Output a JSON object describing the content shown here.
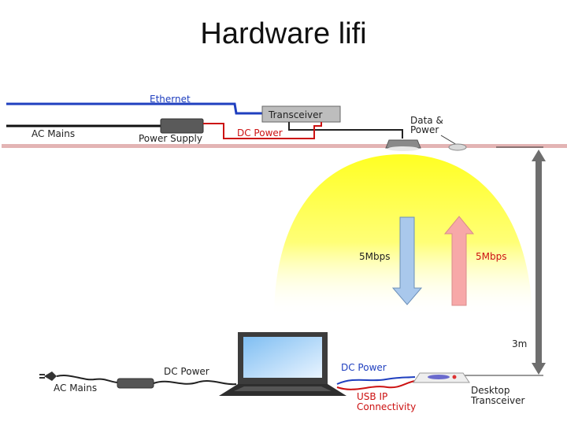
{
  "title": "Hardware lifi",
  "labels": {
    "ethernet": "Ethernet",
    "transceiver": "Transceiver",
    "ac_mains_top": "AC Mains",
    "power_supply": "Power Supply",
    "dc_power_top": "DC Power",
    "data_power_line1": "Data &",
    "data_power_line2": "Power",
    "downlink_rate": "5Mbps",
    "uplink_rate": "5Mbps",
    "distance": "3m",
    "ac_mains_bottom": "AC Mains",
    "dc_power_laptop": "DC Power",
    "dc_power_desktop": "DC Power",
    "usb_line1": "USB IP",
    "usb_line2": "Connectivity",
    "desktop_line1": "Desktop",
    "desktop_line2": "Transceiver"
  },
  "colors": {
    "ethernet": "#1f3fbf",
    "dc_power": "#cc1111",
    "ceiling": "#e3b4b4",
    "light_cone": "#ffff33",
    "downlink_arrow": "#a9c8ec",
    "uplink_arrow": "#f7a8a8",
    "distance_arrow": "#6e6e6e"
  }
}
